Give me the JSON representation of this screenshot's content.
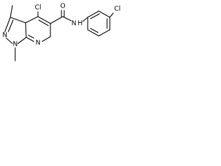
{
  "molecule": {
    "atoms": {
      "methyl_top": "",
      "chloro_ring": "Cl",
      "carbonyl_oxygen": "O",
      "amide_nitrogen": "N",
      "amide_hydrogen": "H",
      "chloro_phenyl": "Cl",
      "pyrazole_n2": "N",
      "pyrazole_n1": "N",
      "pyridine_n": "N",
      "methyl_bottom": ""
    }
  }
}
